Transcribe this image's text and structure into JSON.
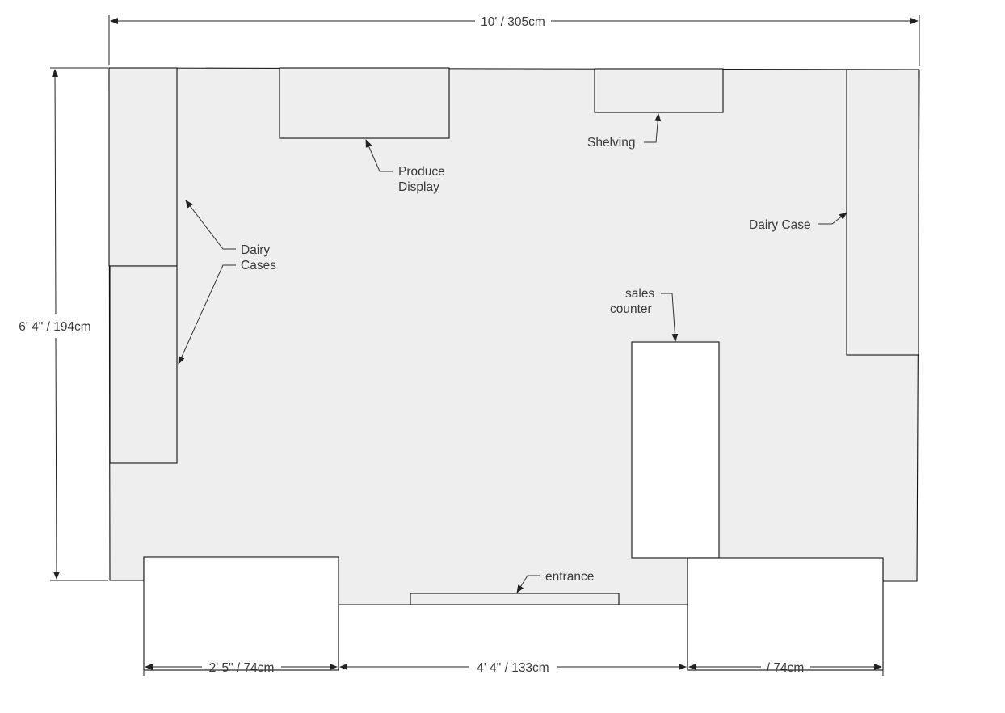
{
  "colors": {
    "floor": "#eeeeee",
    "fixture": "#ffffff",
    "line": "#111111",
    "text": "#3a3a3a"
  },
  "dimensions": {
    "top_width": "10' / 305cm",
    "left_height": "6' 4\" / 194cm",
    "bottom_left": "2' 5\" / 74cm",
    "bottom_middle": "4' 4\" / 133cm",
    "bottom_right": "/ 74cm"
  },
  "labels": {
    "produce_line1": "Produce",
    "produce_line2": "Display",
    "shelving": "Shelving",
    "dairy_cases_line1": "Dairy",
    "dairy_cases_line2": "Cases",
    "dairy_case": "Dairy Case",
    "sales_line1": "sales",
    "sales_line2": "counter",
    "entrance": "entrance"
  }
}
